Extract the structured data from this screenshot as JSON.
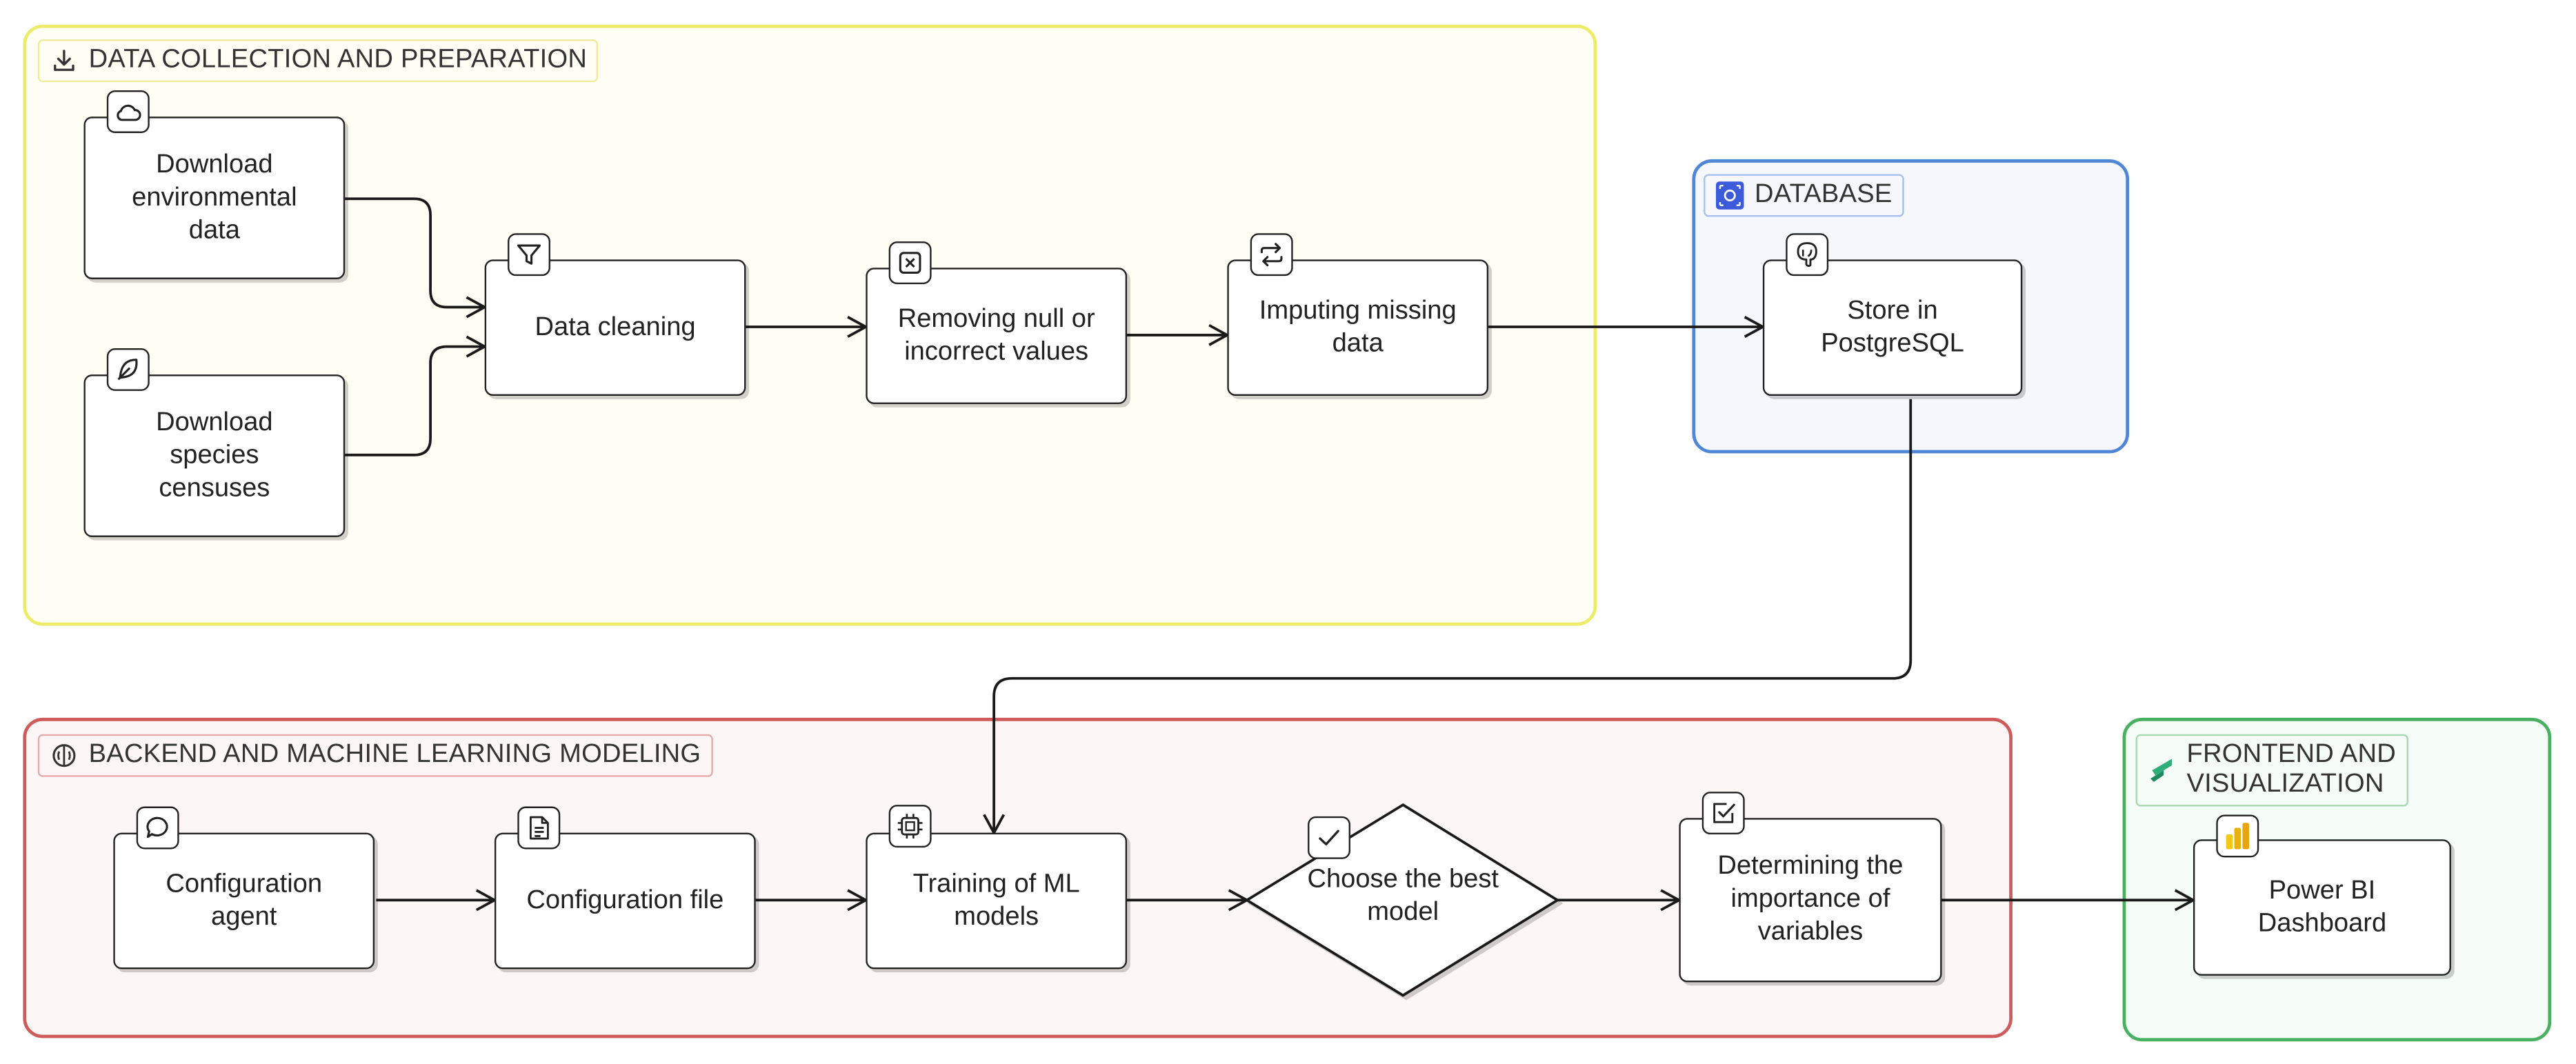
{
  "groups": {
    "data_prep": {
      "label": "DATA COLLECTION AND PREPARATION",
      "color": "#ecec6a"
    },
    "database": {
      "label": "DATABASE",
      "color": "#4f86d6"
    },
    "backend": {
      "label": "BACKEND AND MACHINE LEARNING MODELING",
      "color": "#cf5c5c"
    },
    "frontend": {
      "label": "FRONTEND AND VISUALIZATION",
      "color": "#4ab162"
    }
  },
  "nodes": {
    "download_env": {
      "label": "Download environmental data",
      "icon": "cloud-icon"
    },
    "download_species": {
      "label": "Download species censuses",
      "icon": "feather-icon"
    },
    "data_cleaning": {
      "label": "Data cleaning",
      "icon": "filter-icon"
    },
    "removing_null": {
      "label": "Removing null or incorrect values",
      "icon": "x-square-icon"
    },
    "imputing": {
      "label": "Imputing missing data",
      "icon": "repeat-icon"
    },
    "store_pg": {
      "label": "Store in PostgreSQL",
      "icon": "postgresql-icon"
    },
    "config_agent": {
      "label": "Configuration agent",
      "icon": "chat-bubble-icon"
    },
    "config_file": {
      "label": "Configuration file",
      "icon": "file-text-icon"
    },
    "training": {
      "label": "Training of ML models",
      "icon": "cpu-icon"
    },
    "choose_best": {
      "label": "Choose the best model",
      "icon": "check-icon"
    },
    "importance": {
      "label": "Determining the importance of variables",
      "icon": "check-square-icon"
    },
    "powerbi": {
      "label": "Power BI Dashboard",
      "icon": "power-bi-icon"
    }
  },
  "colors": {
    "powerbi_bar_light": "#f2c811",
    "powerbi_bar_dark": "#e8a40c",
    "fabric_green": "#1f8a5e",
    "database_icon": "#3b5bdb"
  }
}
